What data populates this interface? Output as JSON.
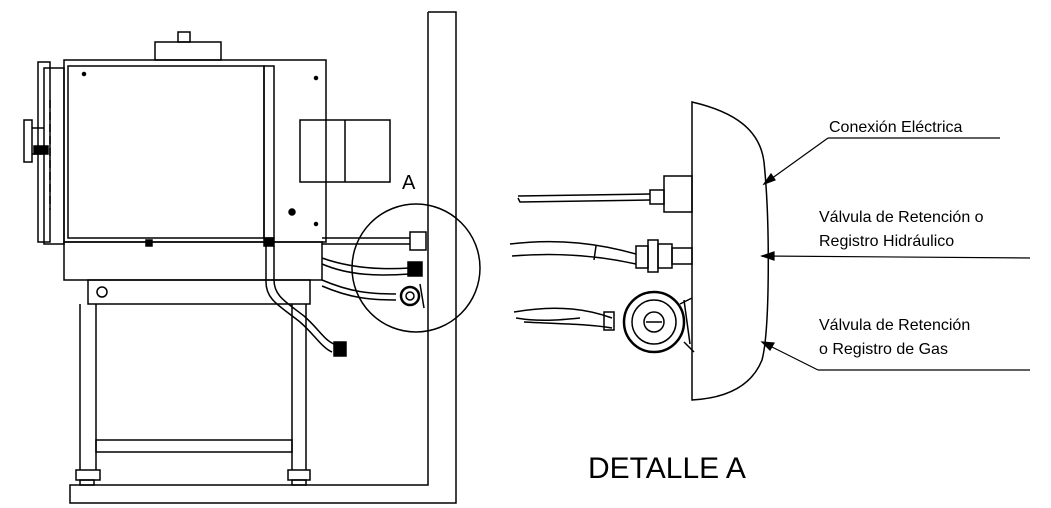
{
  "labels": {
    "marker_a": "A",
    "electrical": "Conexión Eléctrica",
    "water_line1": "Válvula de Retención o",
    "water_line2": "Registro Hidráulico",
    "gas_line1": "Válvula de Retención",
    "gas_line2": "o Registro de Gas",
    "detail_title": "DETALLE A"
  }
}
